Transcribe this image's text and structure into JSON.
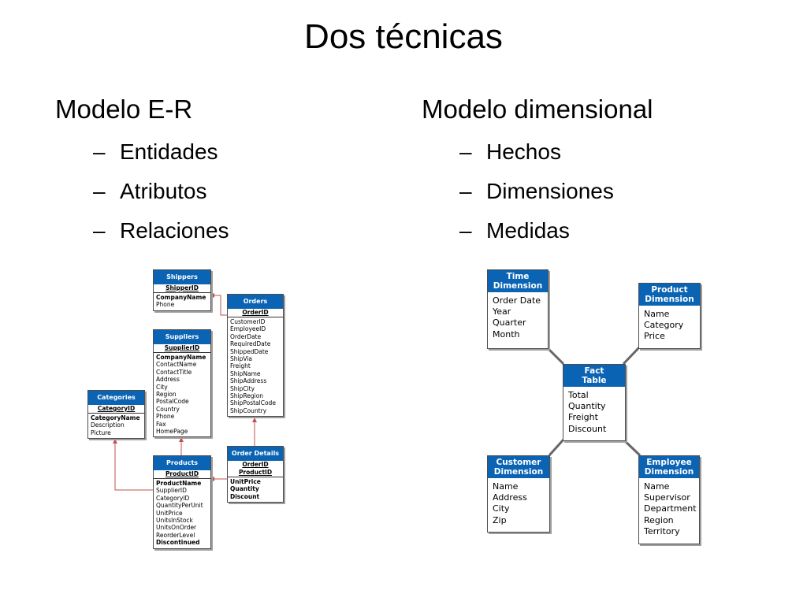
{
  "slide": {
    "title": "Dos técnicas",
    "left": {
      "heading": "Modelo E-R",
      "bullets": [
        "Entidades",
        "Atributos",
        "Relaciones"
      ]
    },
    "right": {
      "heading": "Modelo dimensional",
      "bullets": [
        "Hechos",
        "Dimensiones",
        "Medidas"
      ]
    },
    "dash": "–"
  },
  "er_diagram": {
    "shippers": {
      "name": "Shippers",
      "pk": [
        "ShipperID"
      ],
      "fields": [
        {
          "t": "CompanyName",
          "b": true
        },
        {
          "t": "Phone",
          "b": false
        }
      ]
    },
    "orders": {
      "name": "Orders",
      "pk": [
        "OrderID"
      ],
      "fields": [
        {
          "t": "CustomerID",
          "b": false
        },
        {
          "t": "EmployeeID",
          "b": false
        },
        {
          "t": "OrderDate",
          "b": false
        },
        {
          "t": "RequiredDate",
          "b": false
        },
        {
          "t": "ShippedDate",
          "b": false
        },
        {
          "t": "ShipVia",
          "b": false
        },
        {
          "t": "Freight",
          "b": false
        },
        {
          "t": "ShipName",
          "b": false
        },
        {
          "t": "ShipAddress",
          "b": false
        },
        {
          "t": "ShipCity",
          "b": false
        },
        {
          "t": "ShipRegion",
          "b": false
        },
        {
          "t": "ShipPostalCode",
          "b": false
        },
        {
          "t": "ShipCountry",
          "b": false
        }
      ]
    },
    "suppliers": {
      "name": "Suppliers",
      "pk": [
        "SupplierID"
      ],
      "fields": [
        {
          "t": "CompanyName",
          "b": true
        },
        {
          "t": "ContactName",
          "b": false
        },
        {
          "t": "ContactTitle",
          "b": false
        },
        {
          "t": "Address",
          "b": false
        },
        {
          "t": "City",
          "b": false
        },
        {
          "t": "Region",
          "b": false
        },
        {
          "t": "PostalCode",
          "b": false
        },
        {
          "t": "Country",
          "b": false
        },
        {
          "t": "Phone",
          "b": false
        },
        {
          "t": "Fax",
          "b": false
        },
        {
          "t": "HomePage",
          "b": false
        }
      ]
    },
    "categories": {
      "name": "Categories",
      "pk": [
        "CategoryID"
      ],
      "fields": [
        {
          "t": "CategoryName",
          "b": true
        },
        {
          "t": "Description",
          "b": false
        },
        {
          "t": "Picture",
          "b": false
        }
      ]
    },
    "products": {
      "name": "Products",
      "pk": [
        "ProductID"
      ],
      "fields": [
        {
          "t": "ProductName",
          "b": true
        },
        {
          "t": "SupplierID",
          "b": false
        },
        {
          "t": "CategoryID",
          "b": false
        },
        {
          "t": "QuantityPerUnit",
          "b": false
        },
        {
          "t": "UnitPrice",
          "b": false
        },
        {
          "t": "UnitsInStock",
          "b": false
        },
        {
          "t": "UnitsOnOrder",
          "b": false
        },
        {
          "t": "ReorderLevel",
          "b": false
        },
        {
          "t": "Discontinued",
          "b": true
        }
      ]
    },
    "order_details": {
      "name": "Order Details",
      "pk": [
        "OrderID",
        "ProductID"
      ],
      "fields": [
        {
          "t": "UnitPrice",
          "b": true
        },
        {
          "t": "Quantity",
          "b": true
        },
        {
          "t": "Discount",
          "b": true
        }
      ]
    }
  },
  "dim_diagram": {
    "time": {
      "name": [
        "Time",
        "Dimension"
      ],
      "fields": [
        "Order Date",
        "Year",
        "Quarter",
        "Month"
      ]
    },
    "product": {
      "name": [
        "Product",
        "Dimension"
      ],
      "fields": [
        "Name",
        "Category",
        "Price"
      ]
    },
    "fact": {
      "name": [
        "Fact",
        "Table"
      ],
      "fields": [
        "Total",
        "Quantity",
        "Freight",
        "Discount"
      ]
    },
    "customer": {
      "name": [
        "Customer",
        "Dimension"
      ],
      "fields": [
        "Name",
        "Address",
        "City",
        "Zip"
      ]
    },
    "employee": {
      "name": [
        "Employee",
        "Dimension"
      ],
      "fields": [
        "Name",
        "Supervisor",
        "Department",
        "Region",
        "Territory"
      ]
    }
  },
  "colors": {
    "header_blue": "#0a63b3",
    "relationship_red": "#c0504d",
    "connector_gray": "#666666"
  }
}
